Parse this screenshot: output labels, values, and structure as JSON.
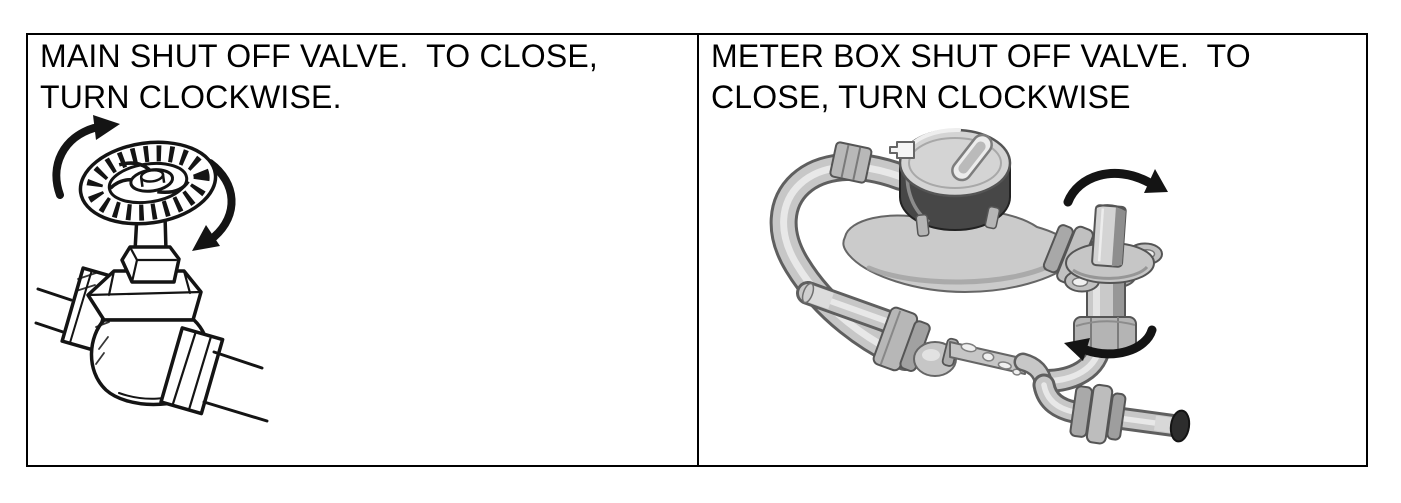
{
  "document": {
    "background": "#ffffff",
    "table_border_color": "#000000",
    "text_color": "#000000",
    "panels": [
      {
        "id": "main-shut-off-valve",
        "caption": "MAIN SHUT OFF VALVE.  TO CLOSE,\nTURN CLOCKWISE.",
        "illustration": "hand-drawn globe valve with ribbed handwheel and two curved clockwise arrows",
        "illustration_style_colors": {
          "ink": "#141414",
          "paper": "#ffffff"
        }
      },
      {
        "id": "meter-box-shut-off-valve",
        "caption": "METER BOX SHUT OFF VALVE.  TO\nCLOSE, TURN CLOCKWISE",
        "illustration": "gray 3D water meter with lid slot, piping, shut-off valve with tab handle, and two curved clockwise arrows",
        "illustration_style_colors": {
          "metal_light": "#d4d4d4",
          "metal_mid": "#c7c7c7",
          "metal_dark": "#5f5f5f",
          "register_rim": "#474747",
          "pipe_mouth": "#2d2d2d",
          "arrow": "#141414"
        }
      }
    ]
  }
}
